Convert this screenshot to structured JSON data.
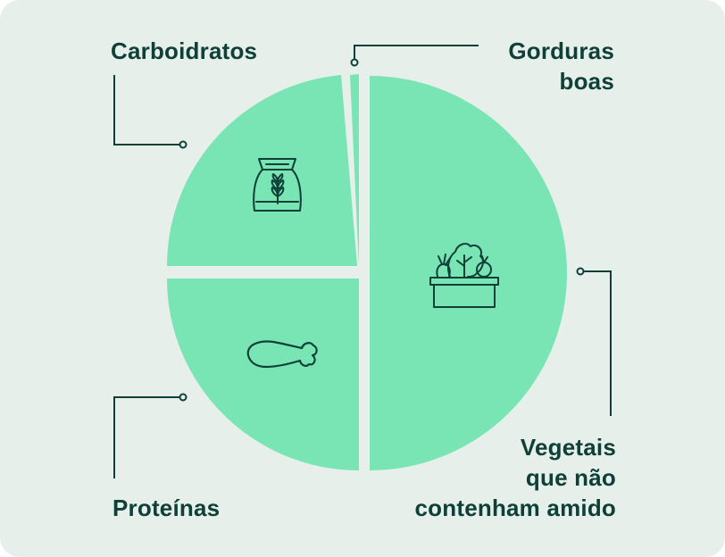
{
  "diagram": {
    "sections": [
      {
        "key": "carbs",
        "label_lines": [
          "Carboidratos"
        ],
        "icon": "grain-sack-icon"
      },
      {
        "key": "fats",
        "label_lines": [
          "Gorduras",
          "boas"
        ],
        "icon": ""
      },
      {
        "key": "veg",
        "label_lines": [
          "Vegetais",
          "que não",
          "contenham amido"
        ],
        "icon": "vegetable-crate-icon"
      },
      {
        "key": "protein",
        "label_lines": [
          "Proteínas"
        ],
        "icon": "chicken-drumstick-icon"
      }
    ],
    "colors": {
      "background": "#e6efe9",
      "slice": "#79e4b4",
      "line": "#0f4038",
      "text": "#0f4038"
    }
  }
}
